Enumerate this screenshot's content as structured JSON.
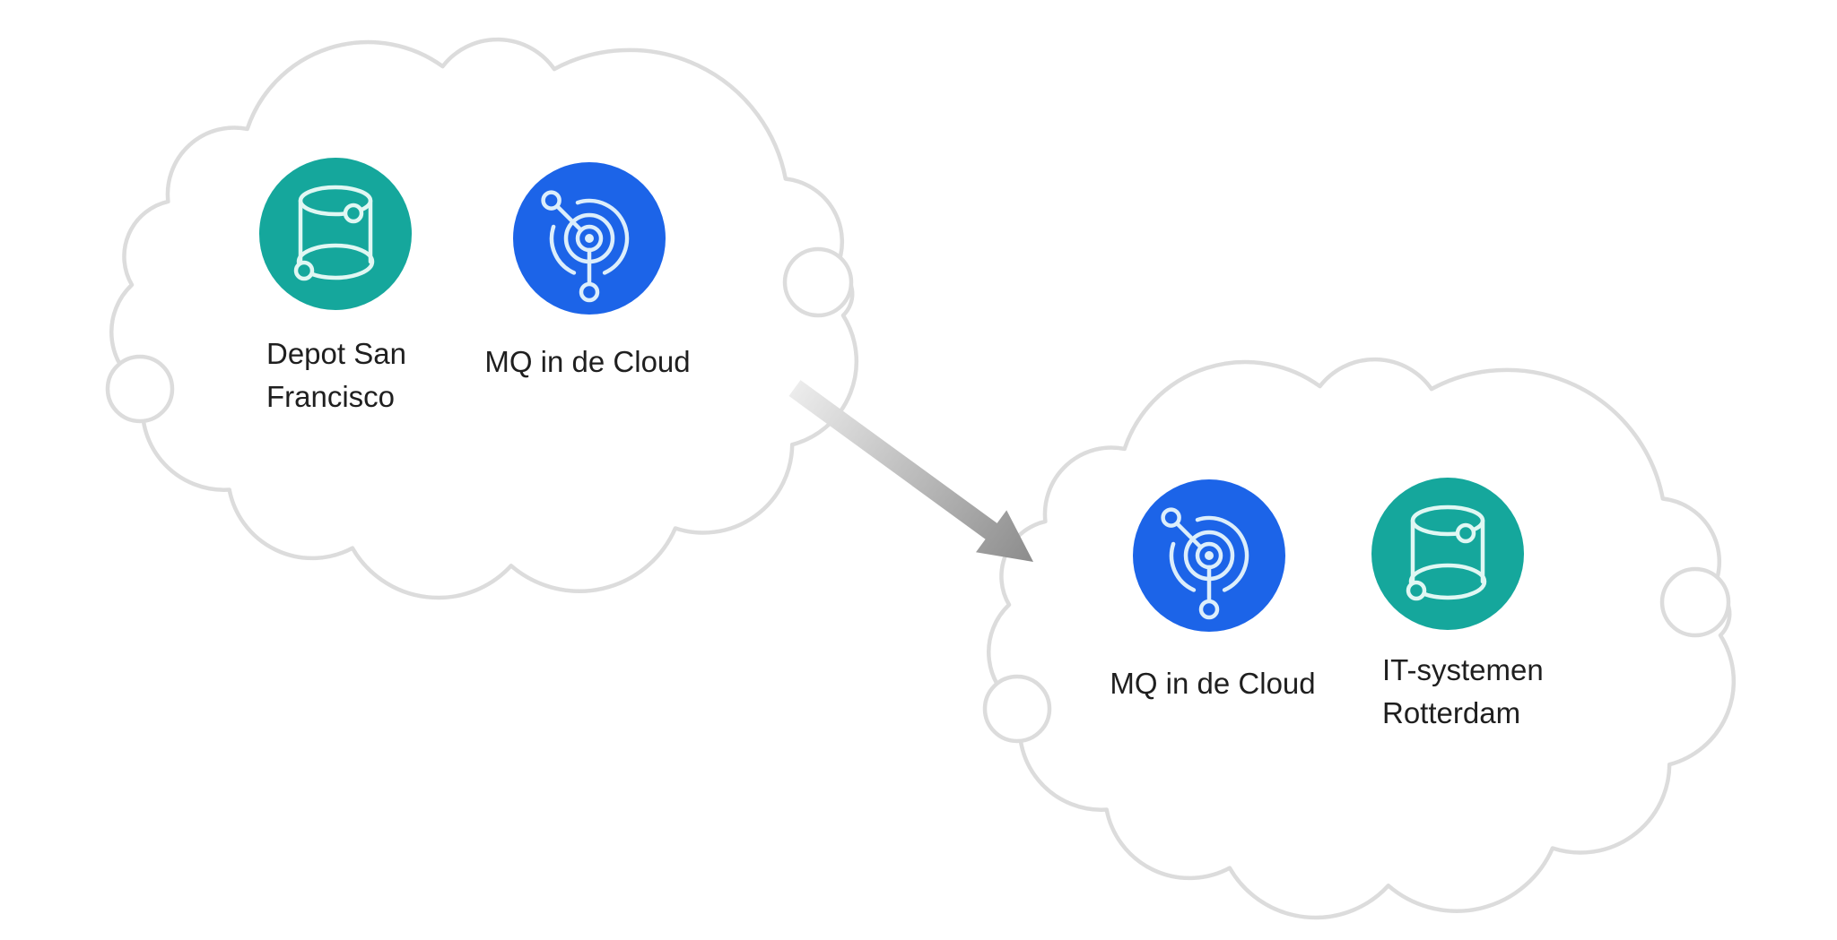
{
  "diagram": {
    "clouds": [
      {
        "id": "cloud-1",
        "nodes": [
          {
            "icon": "database-icon",
            "icon_color": "#15a79c",
            "label": "Depot San Francisco",
            "label_line1": "Depot San",
            "label_line2": "Francisco"
          },
          {
            "icon": "mq-icon",
            "icon_color": "#1c64e8",
            "label": "MQ in de Cloud",
            "label_line1": "MQ in de Cloud",
            "label_line2": ""
          }
        ]
      },
      {
        "id": "cloud-2",
        "nodes": [
          {
            "icon": "mq-icon",
            "icon_color": "#1c64e8",
            "label": "MQ in de Cloud",
            "label_line1": "MQ in de Cloud",
            "label_line2": ""
          },
          {
            "icon": "database-icon",
            "icon_color": "#15a79c",
            "label": "IT-systemen Rotterdam",
            "label_line1": "IT-systemen",
            "label_line2": "Rotterdam"
          }
        ]
      }
    ],
    "arrow": {
      "from_cloud": "cloud-1",
      "to_cloud": "cloud-2"
    },
    "colors": {
      "background": "#ffffff",
      "cloud_outline": "#dcdcdc",
      "teal": "#15a79c",
      "blue": "#1c64e8",
      "icon_stroke_teal": "#e0f7f3",
      "icon_stroke_blue": "#dceefb",
      "text": "#1f1f1f",
      "arrow_start": "#ececec",
      "arrow_end": "#8c8c8c"
    }
  }
}
